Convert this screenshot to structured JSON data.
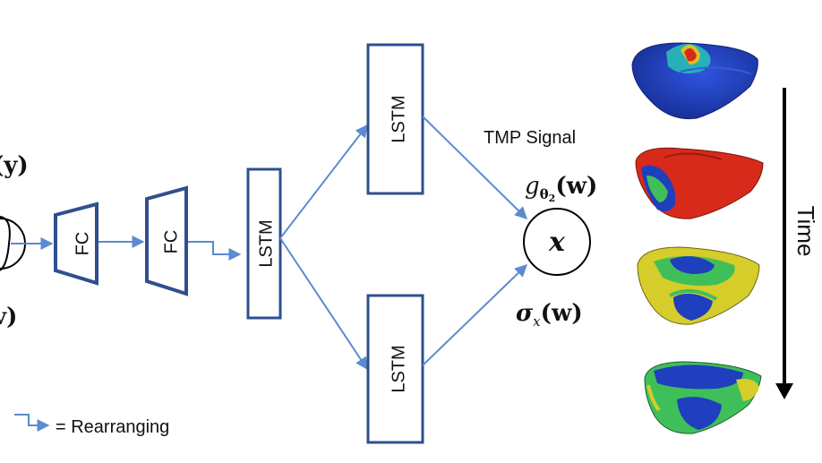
{
  "diagram": {
    "fc_label": "FC",
    "lstm_label": "LSTM",
    "tmp_signal": "TMP Signal",
    "x_symbol": "x",
    "g_text": "g",
    "g_subscript": "θ",
    "g_subsubscript": "2",
    "g_arg": "(w)",
    "sigma_text": "σ",
    "sigma_subscript": "x",
    "sigma_arg": "(w)",
    "left_top_fragment": "(y)",
    "left_bottom_fragment": "v)",
    "time_label": "Time",
    "legend_text": "= Rearranging"
  },
  "colors": {
    "box_stroke": "#2f4f8f",
    "arrow": "#5b8bd0",
    "heart_blue": "#1f3fbf",
    "heart_red": "#d82a1a",
    "heart_green": "#3fbf5a",
    "heart_yellow": "#d6cc2a"
  },
  "icons": {
    "heart_frames": [
      "heart-mesh-frame-1",
      "heart-mesh-frame-2",
      "heart-mesh-frame-3",
      "heart-mesh-frame-4"
    ],
    "time_arrow": "down-arrow-icon",
    "rearrange_symbol": "step-arrow-icon"
  }
}
